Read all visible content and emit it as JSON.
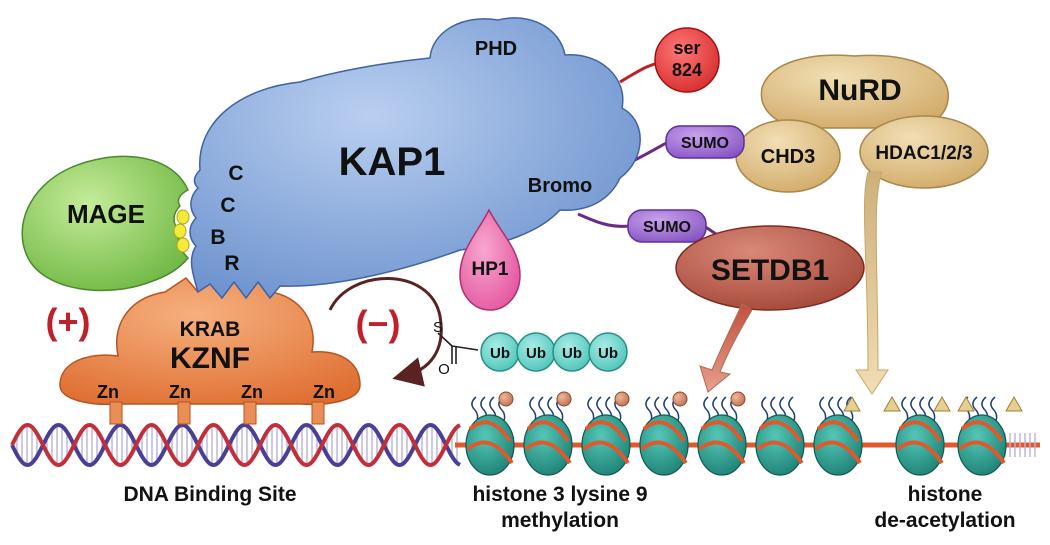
{
  "colors": {
    "kap1": "#7da2d8",
    "mage": "#8ccf5c",
    "kznf": "#e9824a",
    "hp1": "#e864a8",
    "ser": "#e43a3a",
    "sumo": "#9b6ad0",
    "nurd": "#dcbd82",
    "setdb1": "#b65647",
    "ub": "#5fd0c6",
    "sign": "#c0202a",
    "nucleosome": "#2a9a8c"
  },
  "labels": {
    "kap1": "KAP1",
    "phd": "PHD",
    "bromo": "Bromo",
    "rbcc": [
      "R",
      "B",
      "C",
      "C"
    ],
    "ser_line1": "ser",
    "ser_line2": "824",
    "sumo1": "SUMO",
    "sumo2": "SUMO",
    "nurd": "NuRD",
    "chd3": "CHD3",
    "hdac": "HDAC1/2/3",
    "setdb1": "SETDB1",
    "mage": "MAGE",
    "hp1": "HP1",
    "krab": "KRAB",
    "kznf": "KZNF",
    "zn": [
      "Zn",
      "Zn",
      "Zn",
      "Zn"
    ],
    "plus": "(+)",
    "minus": "(−)",
    "ub": [
      "Ub",
      "Ub",
      "Ub",
      "Ub"
    ],
    "thio_s": "S",
    "thio_o": "O"
  },
  "captions": {
    "dna_binding": "DNA Binding Site",
    "methylation_line1": "histone 3 lysine 9",
    "methylation_line2": "methylation",
    "deacetylation_line1": "histone",
    "deacetylation_line2": "de-acetylation"
  }
}
